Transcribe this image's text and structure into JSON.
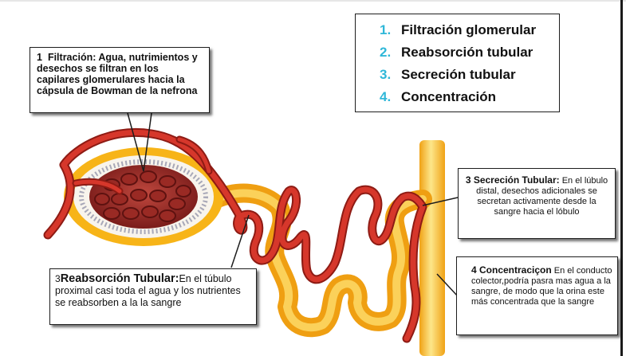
{
  "legend": {
    "items": [
      {
        "number": "1.",
        "label": "Filtración glomerular"
      },
      {
        "number": "2.",
        "label": "Reabsorción tubular"
      },
      {
        "number": "3.",
        "label": "Secreción tubular"
      },
      {
        "number": "4.",
        "label": "Concentración"
      }
    ],
    "number_color": "#2fb7d8"
  },
  "callouts": {
    "filtration": {
      "number": "1",
      "text": "Filtración: Agua, nutrimientos y desechos se filtran en los capilares glomerulares hacia la cápsula de Bowman de la nefrona"
    },
    "reabsorption": {
      "number": "3",
      "title": "Reabsorción Tubular:",
      "text": "En el túbulo proximal casi toda el agua y los nutrientes se reabsorben a la la sangre"
    },
    "secretion": {
      "title": "3 Secreción Tubular:",
      "text": "En el lúbulo distal, desechos adicionales se secretan activamente desde la sangre hacia el lóbulo"
    },
    "concentration": {
      "title": "4 Concentraciçon",
      "text": "En el conducto colector,podría pasra mas agua a la sangre, de modo que la orina este más concentrada que la sangre"
    }
  },
  "colors": {
    "tubule": "#f7b418",
    "tubule_highlight": "#fde68a",
    "vessel": "#d6372b",
    "vessel_dark": "#8e1b14",
    "glomerulus": "#7a1c1a",
    "capsule_rim": "#a8a8b8"
  }
}
